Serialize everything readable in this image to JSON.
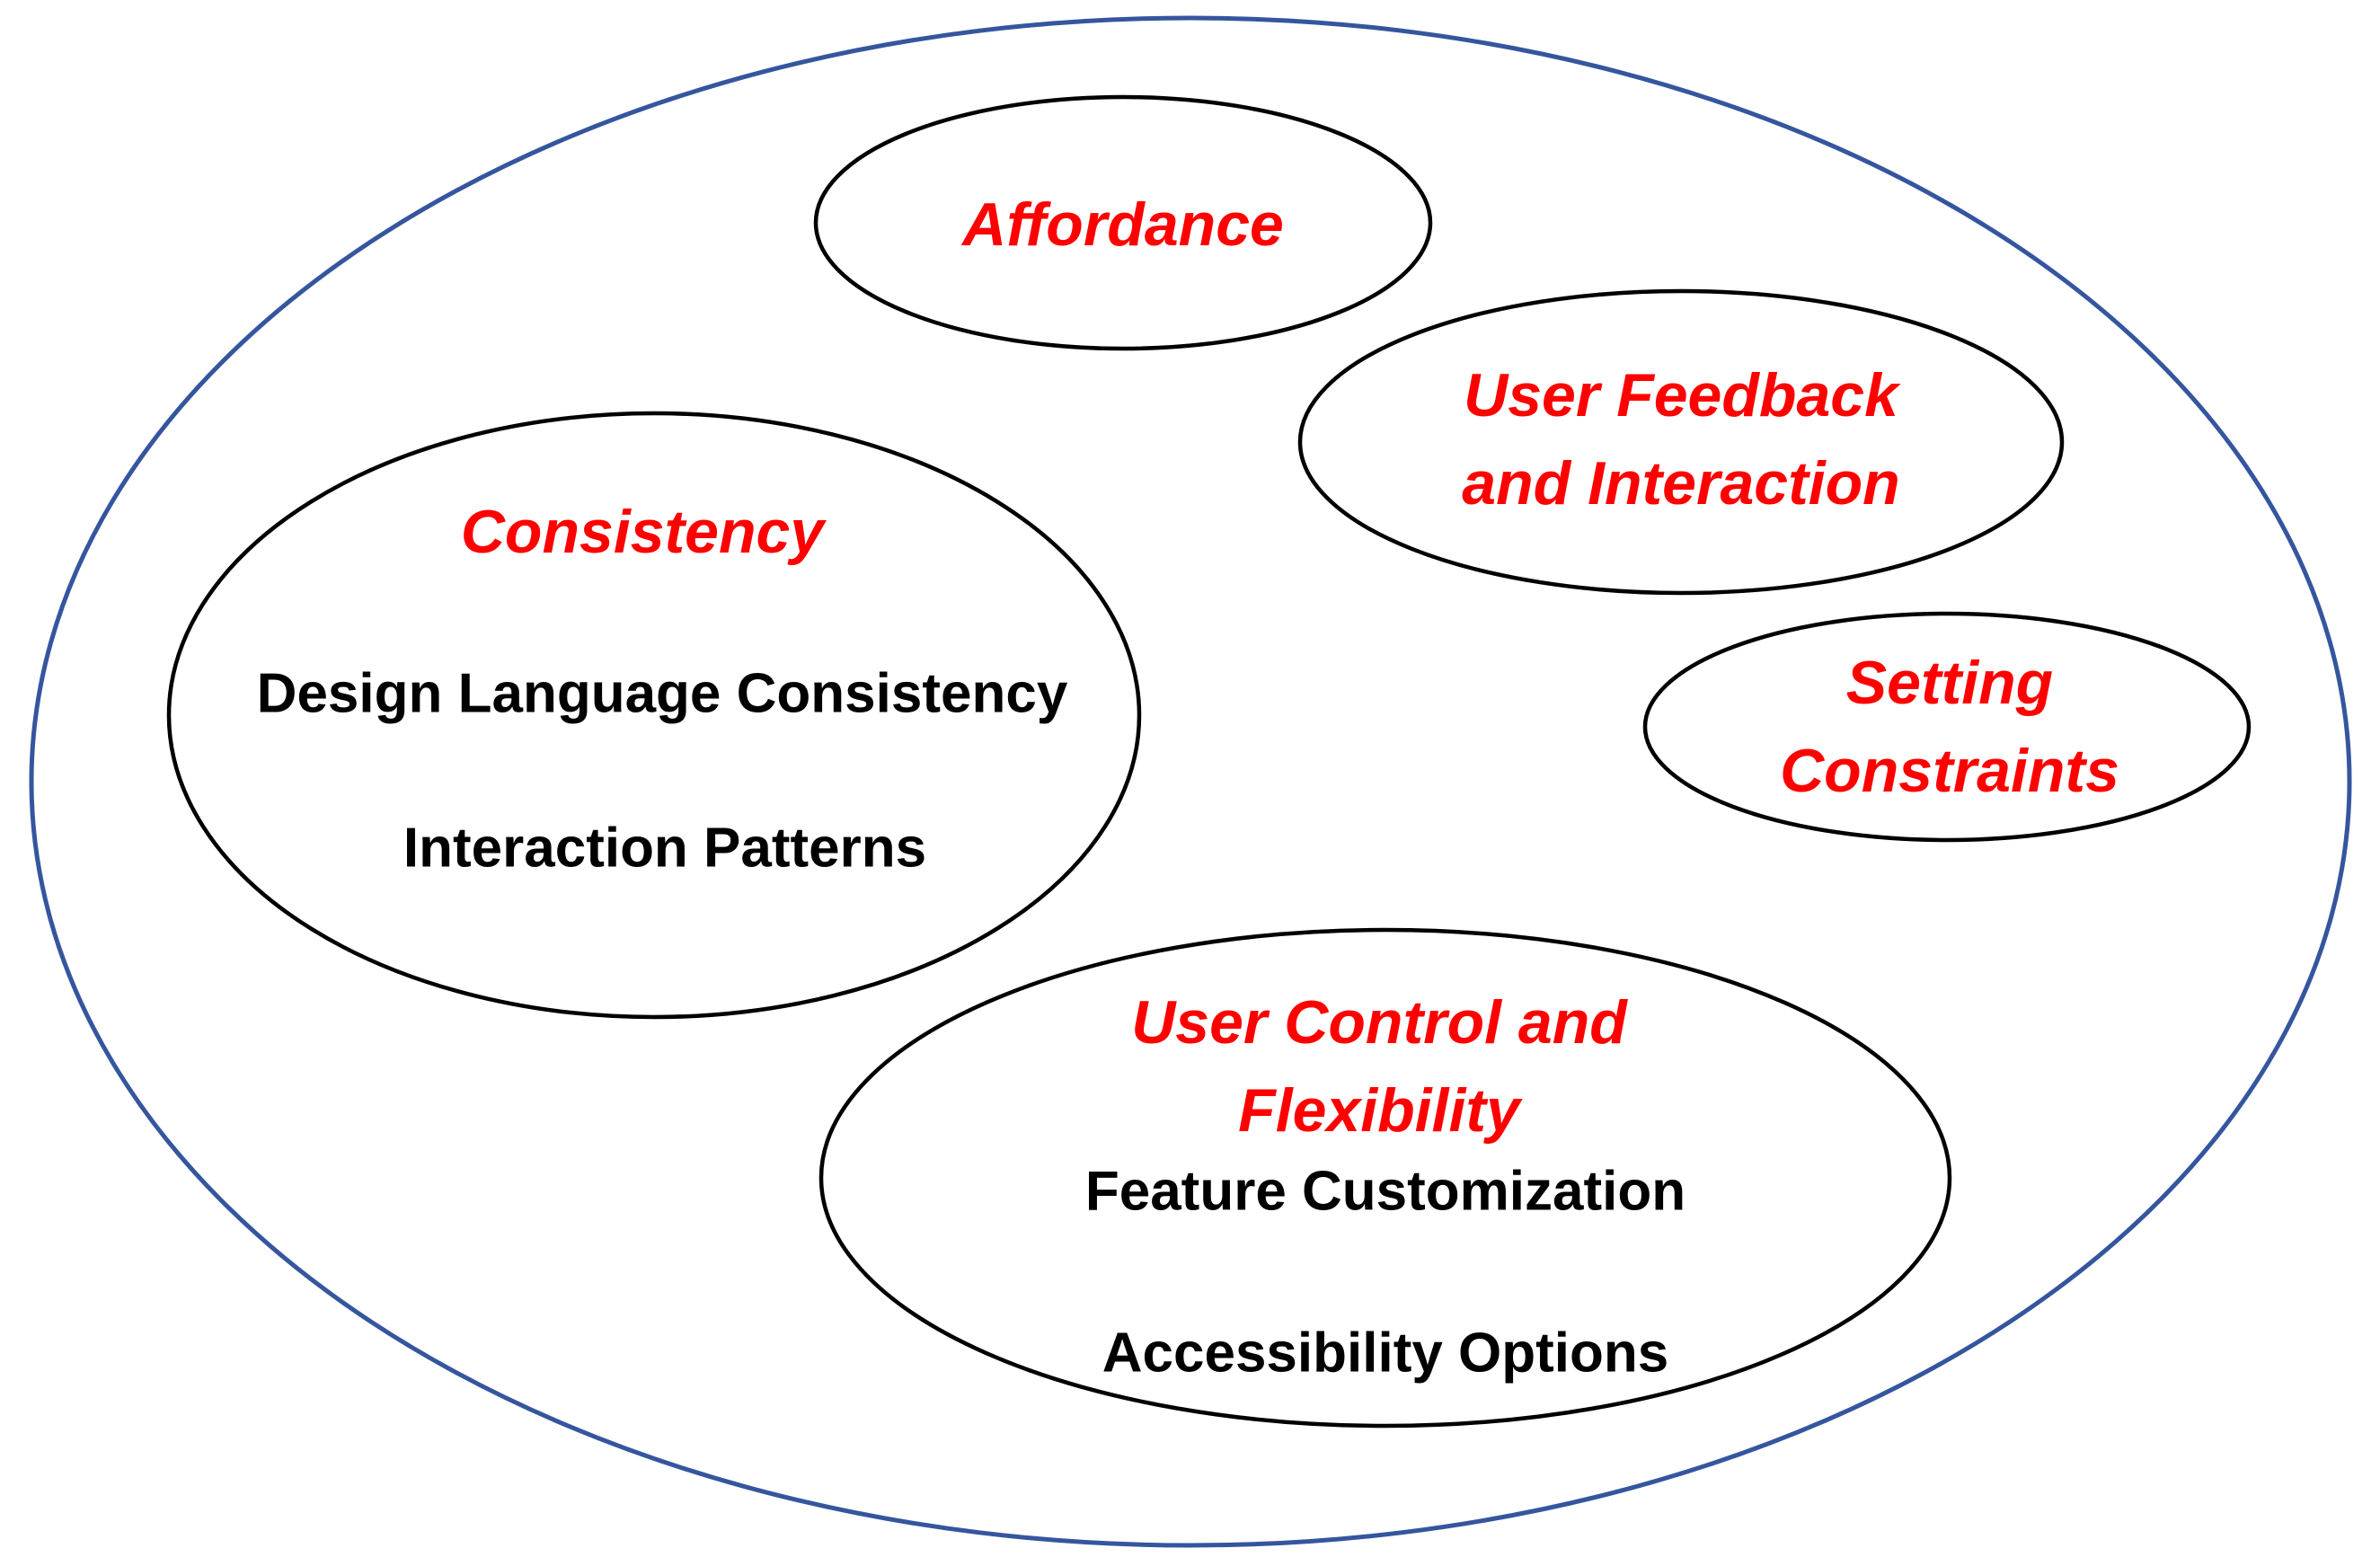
{
  "diagram": {
    "colors": {
      "outer_border": "#35569E",
      "node_border": "#000000",
      "heading": "#FF0000",
      "body": "#000000",
      "background": "#FFFFFF"
    },
    "nodes": {
      "affordance": {
        "label": "Affordance"
      },
      "user_feedback": {
        "line1": "User Feedback",
        "line2": "and Interaction"
      },
      "consistency": {
        "label": "Consistency",
        "item1": "Design Language Consistency",
        "item2": "Interaction Patterns"
      },
      "setting_constraints": {
        "line1": "Setting",
        "line2": "Constraints"
      },
      "user_control": {
        "line1": "User Control and",
        "line2": "Flexibility",
        "item1": "Feature Customization",
        "item2": "Accessibility Options"
      }
    }
  }
}
